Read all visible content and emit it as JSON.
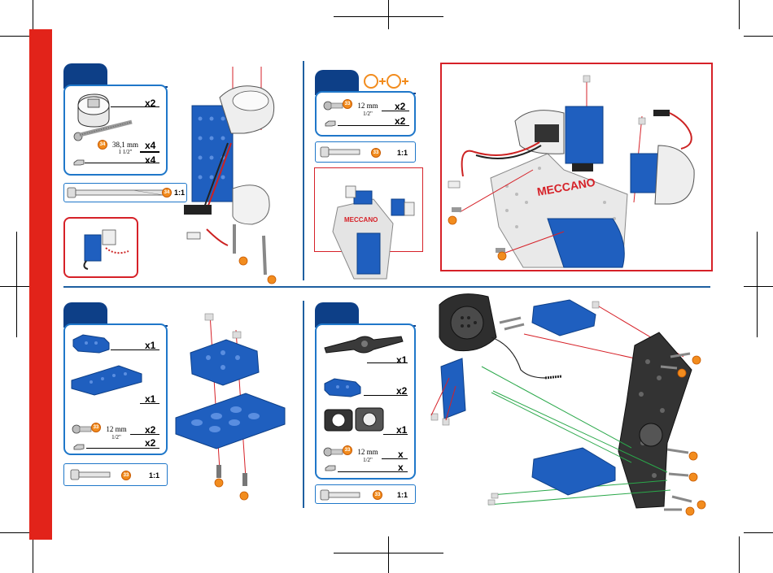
{
  "brand": {
    "logo_text": "MECCANO",
    "accent_color": "#e2231a",
    "panel_blue": "#1f77c9",
    "tab_blue": "#0d3f87"
  },
  "step1": {
    "parts": [
      {
        "qty": "x2"
      },
      {
        "qty": "x4",
        "dim_mm": "38,1 mm",
        "dim_in": "1 1/2\""
      },
      {
        "qty": "x4"
      }
    ],
    "scale": "1:1",
    "badge": "34"
  },
  "step2": {
    "parts": [
      {
        "qty": "x2",
        "dim_mm": "12 mm",
        "dim_in": "1/2\""
      },
      {
        "qty": "x2"
      }
    ],
    "scale": "1:1",
    "badge": "33",
    "motor_symbols": "+ +"
  },
  "step3": {
    "parts": [
      {
        "qty": "x1"
      },
      {
        "qty": "x1"
      },
      {
        "qty": "x2",
        "dim_mm": "12 mm",
        "dim_in": "1/2\""
      },
      {
        "qty": "x2"
      }
    ],
    "scale": "1:1",
    "badge": "33"
  },
  "step4": {
    "parts": [
      {
        "qty": "x1"
      },
      {
        "qty": "x2"
      },
      {
        "qty": "x1"
      },
      {
        "qty": "x",
        "dim_mm": "12 mm",
        "dim_in": "1/2\""
      },
      {
        "qty": "x"
      }
    ],
    "scale": "1:1",
    "badge": "33"
  }
}
